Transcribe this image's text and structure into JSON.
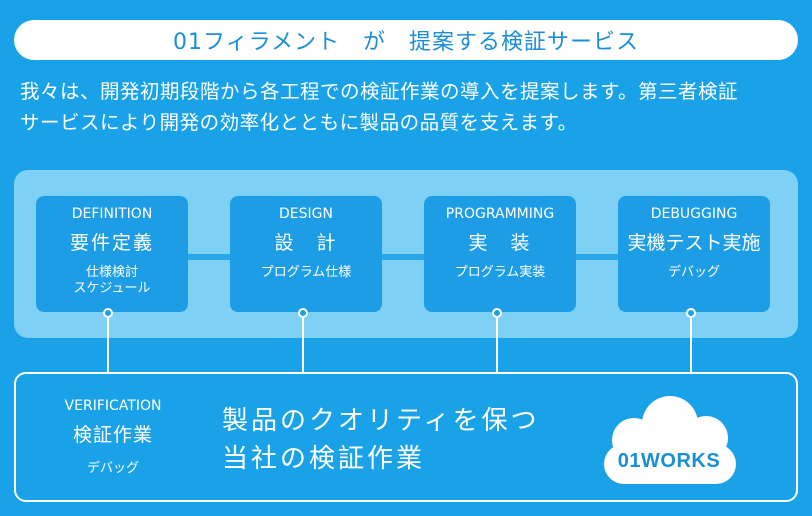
{
  "header": {
    "title": "01フィラメント　が　提案する検証サービス"
  },
  "intro": {
    "line1": "我々は、開発初期段階から各工程での検証作業の導入を提案します。第三者検証",
    "line2": "サービスにより開発の効率化とともに製品の品質を支えます。"
  },
  "stages": [
    {
      "en": "DEFINITION",
      "ja": "要件定義",
      "sub1": "仕様検討",
      "sub2": "スケジュール"
    },
    {
      "en": "DESIGN",
      "ja": "設　計",
      "sub1": "プログラム仕様",
      "sub2": ""
    },
    {
      "en": "PROGRAMMING",
      "ja": "実　装",
      "sub1": "プログラム実装",
      "sub2": ""
    },
    {
      "en": "DEBUGGING",
      "ja": "実機テスト実施",
      "sub1": "デバッグ",
      "sub2": ""
    }
  ],
  "verification": {
    "en": "VERIFICATION",
    "ja": "検証作業",
    "sub": "デバッグ",
    "tagline1": "製品のクオリティを保つ",
    "tagline2": "当社の検証作業"
  },
  "brand": {
    "logo_text": "01WORKS",
    "accent_color": "#1aa2e8",
    "panel_color": "#7fd0f5"
  }
}
